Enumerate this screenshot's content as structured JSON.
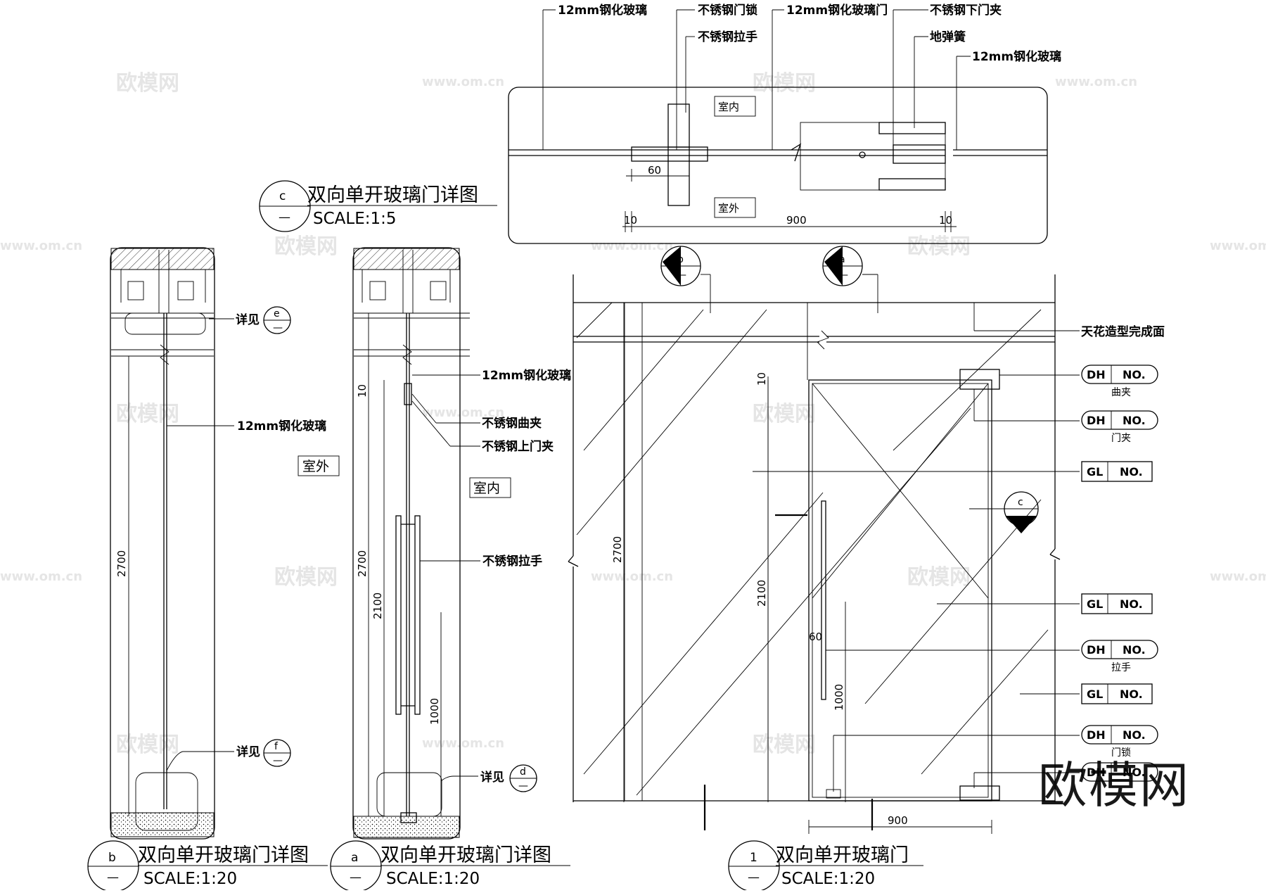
{
  "watermark": {
    "cn": "欧模网",
    "url": "www.om.cn",
    "brand_logo": "欧模网"
  },
  "plan_c": {
    "labels": {
      "glass_left": "12mm钢化玻璃",
      "lock": "不锈钢门锁",
      "handle": "不锈钢拉手",
      "door_glass": "12mm钢化玻璃门",
      "bottom_clamp": "不锈钢下门夹",
      "floor_spring": "地弹簧",
      "glass_right": "12mm钢化玻璃"
    },
    "room_in": "室内",
    "room_out": "室外",
    "dims": {
      "d60": "60",
      "d10a": "10",
      "d900": "900",
      "d10b": "10"
    },
    "title": {
      "mark": "c",
      "text": "双向单开玻璃门详图",
      "scale": "SCALE:1:5"
    }
  },
  "section_b": {
    "see_e": "详见",
    "mark_e": "e",
    "glass": "12mm钢化玻璃",
    "room": "室外",
    "dim_2700": "2700",
    "see_f": "详见",
    "mark_f": "f",
    "title": {
      "mark": "b",
      "text": "双向单开玻璃门详图",
      "scale": "SCALE:1:20"
    }
  },
  "section_a": {
    "glass": "12mm钢化玻璃",
    "curve_clamp": "不锈钢曲夹",
    "top_clamp": "不锈钢上门夹",
    "room": "室内",
    "handle": "不锈钢拉手",
    "dim_10": "10",
    "dim_2700": "2700",
    "dim_2100": "2100",
    "dim_1000": "1000",
    "see_d": "详见",
    "mark_d": "d",
    "title": {
      "mark": "a",
      "text": "双向单开玻璃门详图",
      "scale": "SCALE:1:20"
    }
  },
  "elevation_1": {
    "section_b_mark": "b",
    "section_a_mark": "a",
    "ceiling": "天花造型完成面",
    "detail_c_mark": "c",
    "tags": [
      {
        "code": "DH",
        "no": "NO.",
        "note": "曲夹"
      },
      {
        "code": "DH",
        "no": "NO.",
        "note": "门夹"
      },
      {
        "code": "GL",
        "no": "NO.",
        "note": ""
      },
      {
        "code": "GL",
        "no": "NO.",
        "note": ""
      },
      {
        "code": "DH",
        "no": "NO.",
        "note": "拉手"
      },
      {
        "code": "GL",
        "no": "NO.",
        "note": ""
      },
      {
        "code": "DH",
        "no": "NO.",
        "note": "门锁"
      },
      {
        "code": "DH",
        "no": "NO.",
        "note": ""
      }
    ],
    "dims": {
      "d2700": "2700",
      "d2100": "2100",
      "d10": "10",
      "d60": "60",
      "d1000": "1000",
      "d900": "900"
    },
    "title": {
      "mark": "1",
      "text": "双向单开玻璃门",
      "scale": "SCALE:1:20"
    }
  }
}
